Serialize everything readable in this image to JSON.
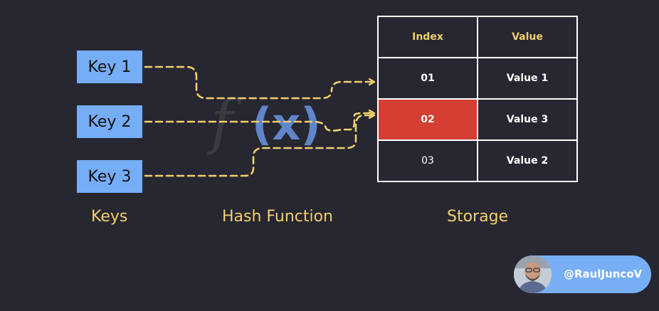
{
  "keys": {
    "items": [
      "Key 1",
      "Key 2",
      "Key 3"
    ],
    "caption": "Keys"
  },
  "hash_function": {
    "caption": "Hash Function",
    "symbol_f": "f",
    "symbol_args": "(x)"
  },
  "storage": {
    "caption": "Storage",
    "headers": {
      "index": "Index",
      "value": "Value"
    },
    "rows": [
      {
        "index": "01",
        "value": "Value 1"
      },
      {
        "index": "02",
        "value": "Value 3",
        "highlighted": true
      },
      {
        "index": "03",
        "value": "Value 2"
      }
    ]
  },
  "author": {
    "handle": "@RaulJuncoV"
  },
  "colors": {
    "background": "#272731",
    "key_box": "#76adf7",
    "arrow": "#f0cf6c",
    "highlight_cell": "#d43e33",
    "badge": "#78aef6"
  }
}
